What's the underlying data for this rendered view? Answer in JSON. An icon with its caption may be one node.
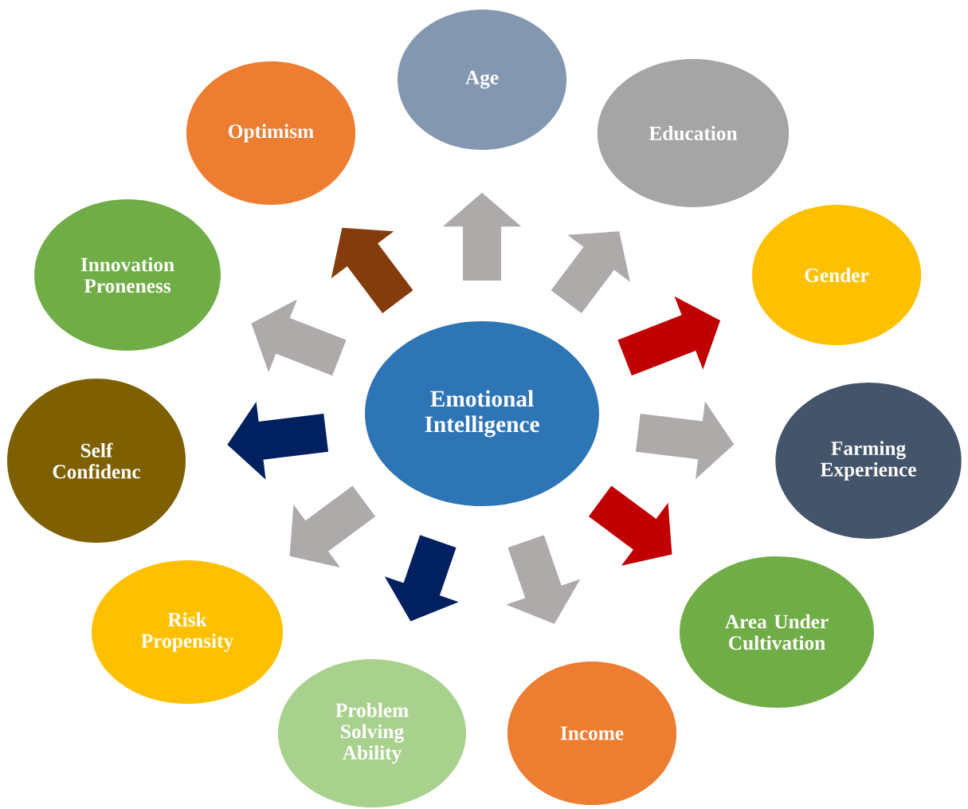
{
  "diagram": {
    "nodes": [
      {
        "text": [
          "Emotional Intelligence"
        ]
      },
      {
        "text": [
          "Age"
        ]
      },
      {
        "text": [
          "Education"
        ]
      },
      {
        "text": [
          "Gender"
        ]
      },
      {
        "text": [
          "Farming Experience"
        ]
      },
      {
        "text": [
          "Area Under Cultivation"
        ]
      },
      {
        "text": [
          "Income"
        ]
      },
      {
        "text": [
          "Problem Solving Ability"
        ]
      },
      {
        "text": [
          "Risk Propensity"
        ]
      },
      {
        "text": [
          "Self Confidenc"
        ]
      },
      {
        "text": [
          "Innovation Proneness"
        ]
      },
      {
        "text": [
          "Optimism"
        ]
      }
    ],
    "edges": [
      {
        "from": 0,
        "to": 1,
        "arrow": "to"
      },
      {
        "from": 0,
        "to": 2,
        "arrow": "to"
      },
      {
        "from": 0,
        "to": 3,
        "arrow": "to",
        "color": "#c00000"
      },
      {
        "from": 0,
        "to": 4,
        "arrow": "to"
      },
      {
        "from": 0,
        "to": 5,
        "arrow": "to",
        "color": "#c00000"
      },
      {
        "from": 0,
        "to": 6,
        "arrow": "to"
      },
      {
        "from": 0,
        "to": 7,
        "arrow": "to",
        "color": "#002060"
      },
      {
        "from": 0,
        "to": 8,
        "arrow": "to"
      },
      {
        "from": 0,
        "to": 9,
        "arrow": "to",
        "color": "#002060"
      },
      {
        "from": 0,
        "to": 10,
        "arrow": "to"
      },
      {
        "from": 0,
        "to": 11,
        "arrow": "to",
        "color": "#843c0c"
      }
    ]
  }
}
